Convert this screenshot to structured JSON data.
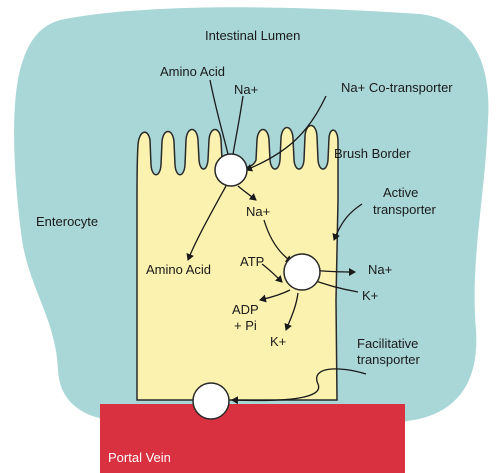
{
  "labels": {
    "lumen": "Intestinal Lumen",
    "amino_acid_top": "Amino Acid",
    "na_top": "Na+",
    "na_cotransporter": "Na+ Co-transporter",
    "brush_border": "Brush Border",
    "enterocyte": "Enterocyte",
    "na_mid": "Na+",
    "active_transporter_1": "Active",
    "active_transporter_2": "transporter",
    "amino_acid_mid": "Amino Acid",
    "atp": "ATP",
    "na_out": "Na+",
    "k_in": "K+",
    "adp_1": "ADP",
    "adp_2": "+ Pi",
    "k_cell": "K+",
    "facilitative_1": "Facilitative",
    "facilitative_2": "transporter",
    "portal_vein": "Portal Vein"
  },
  "colors": {
    "lumen_fill": "#a9d7d8",
    "cell_fill": "#fbf2b0",
    "cell_stroke": "#2a2a2a",
    "vein_fill": "#d9313f",
    "transporter_fill": "#ffffff"
  }
}
